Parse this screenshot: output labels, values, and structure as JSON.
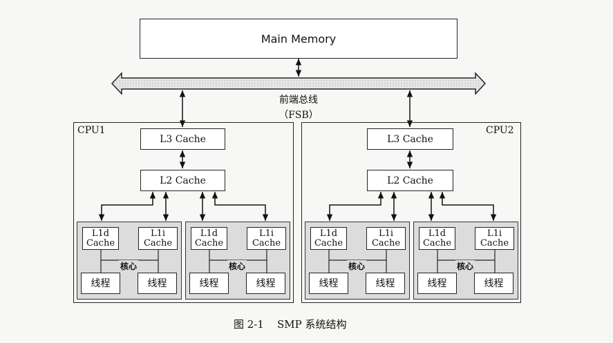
{
  "main_memory": {
    "label": "Main Memory"
  },
  "bus": {
    "label": "前端总线",
    "sublabel": "（FSB）"
  },
  "cpus": [
    {
      "label": "CPU1",
      "l3": "L3 Cache",
      "l2": "L2 Cache",
      "cores": [
        {
          "l1d": "L1d\nCache",
          "l1i": "L1i\nCache",
          "label": "核心",
          "thread_a": "线程",
          "thread_b": "线程"
        },
        {
          "l1d": "L1d\nCache",
          "l1i": "L1i\nCache",
          "label": "核心",
          "thread_a": "线程",
          "thread_b": "线程"
        }
      ]
    },
    {
      "label": "CPU2",
      "l3": "L3 Cache",
      "l2": "L2 Cache",
      "cores": [
        {
          "l1d": "L1d\nCache",
          "l1i": "L1i\nCache",
          "label": "核心",
          "thread_a": "线程",
          "thread_b": "线程"
        },
        {
          "l1d": "L1d\nCache",
          "l1i": "L1i\nCache",
          "label": "核心",
          "thread_a": "线程",
          "thread_b": "线程"
        }
      ]
    }
  ],
  "caption": "图 2-1    SMP 系统结构"
}
